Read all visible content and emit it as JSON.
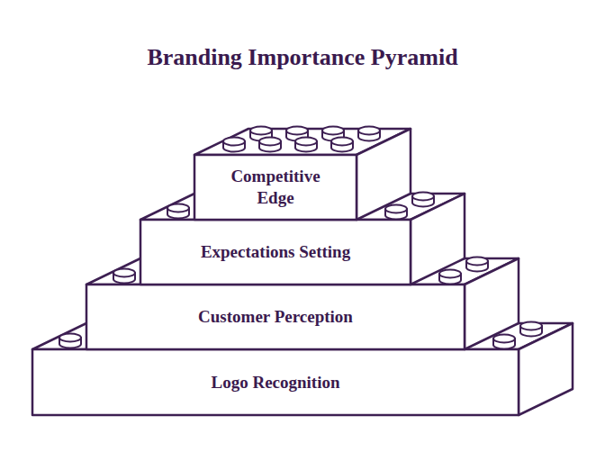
{
  "diagram": {
    "title": "Branding Importance Pyramid",
    "nodes": [
      {
        "text": [
          "Competitive Edge"
        ]
      },
      {
        "text": [
          "Expectations Setting"
        ]
      },
      {
        "text": [
          "Customer Perception"
        ]
      },
      {
        "text": [
          "Logo Recognition"
        ]
      }
    ]
  }
}
